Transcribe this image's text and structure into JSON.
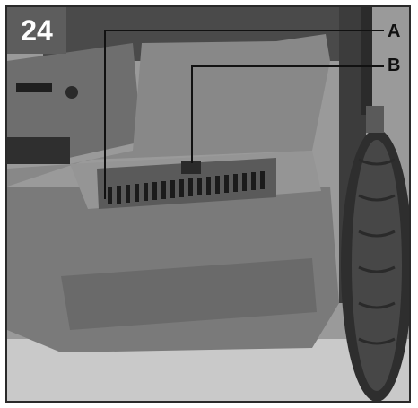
{
  "figure": {
    "number": "24",
    "callouts": [
      {
        "letter": "A"
      },
      {
        "letter": "B"
      }
    ]
  },
  "colors": {
    "badge_bg": "#5d5d5d",
    "badge_text": "#ffffff",
    "frame": "#2a2a2a",
    "callout_line": "#111111"
  }
}
